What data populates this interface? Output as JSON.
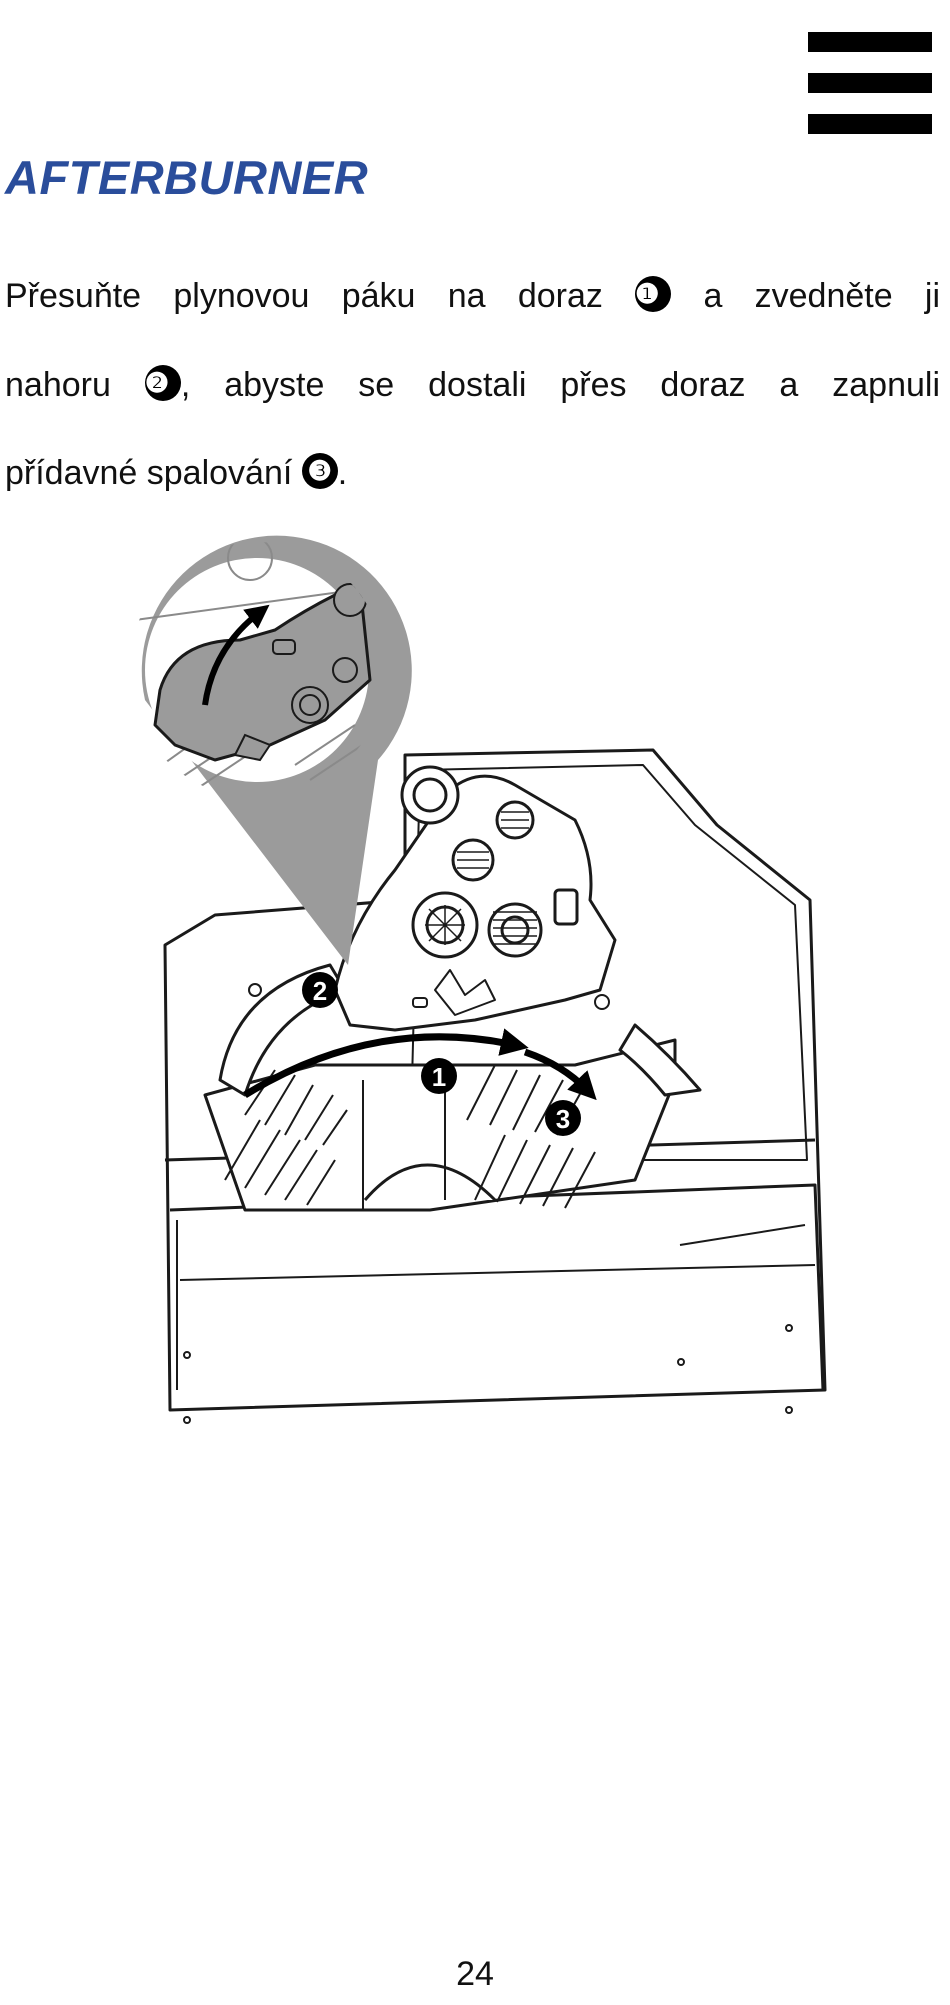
{
  "header": {
    "menu_icon": "hamburger-menu-icon"
  },
  "section": {
    "title": "AFTERBURNER"
  },
  "instructions": {
    "line1": {
      "text_a": "Přesuňte plynovou páku na doraz",
      "step": "❶",
      "text_b": "a zvedněte ji"
    },
    "line2": {
      "text_a": "nahoru",
      "step": "❷",
      "text_b": ", abyste se dostali přes doraz a zapnuli"
    },
    "line3": {
      "text_a": "přídavné spalování",
      "step": "❸",
      "text_b": "."
    }
  },
  "illustration": {
    "callouts": [
      {
        "label": "2"
      },
      {
        "label": "1"
      },
      {
        "label": "3"
      }
    ],
    "colors": {
      "magnifier": "#9b9b9b",
      "line": "#1a1a1a"
    }
  },
  "footer": {
    "page_number": "24"
  }
}
